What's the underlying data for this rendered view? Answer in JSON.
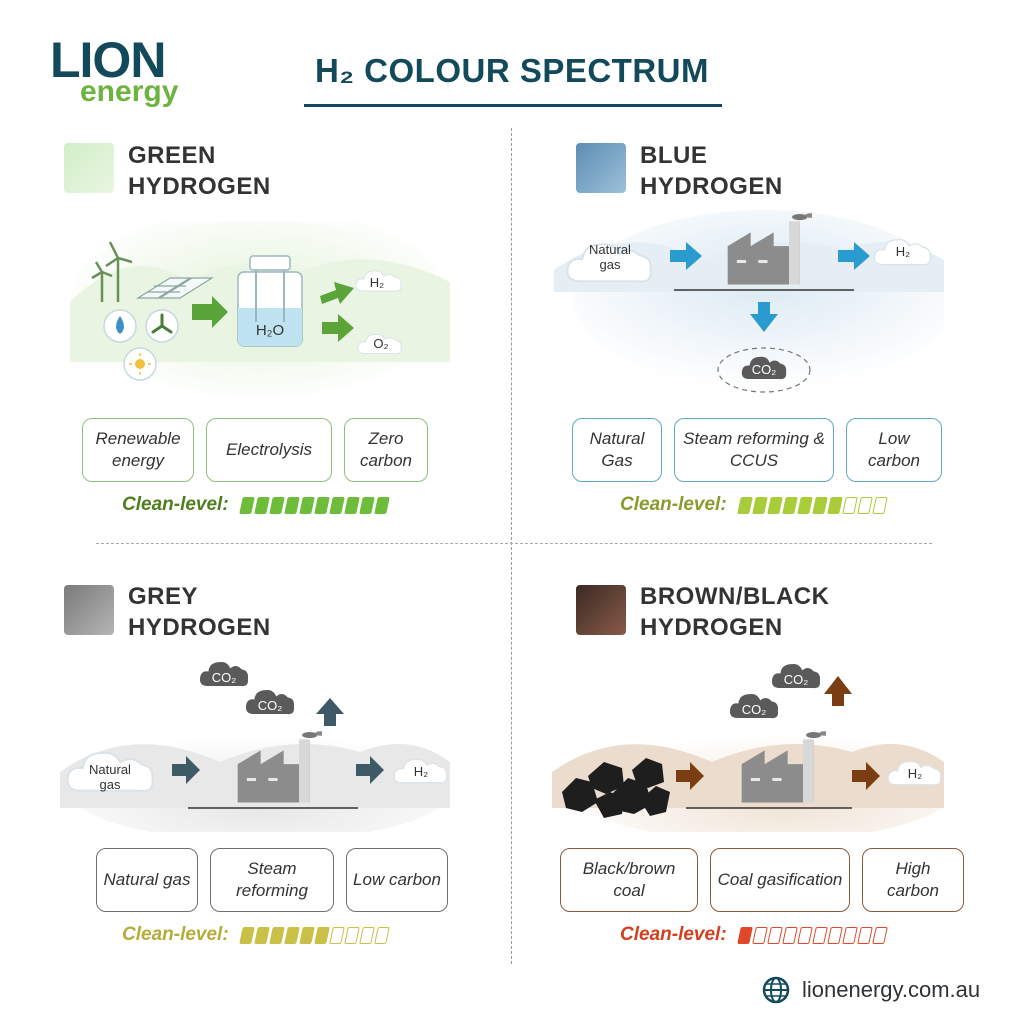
{
  "brand": {
    "lion": "LION",
    "energy": "energy"
  },
  "title": "H₂ COLOUR SPECTRUM",
  "footer": {
    "url": "lionenergy.com.au"
  },
  "colors": {
    "navy": "#124a5c",
    "green": "#6db33f",
    "blue": "#2a9bcf",
    "grey": "#3d5a66",
    "brown": "#7a3e12"
  },
  "sections": {
    "green": {
      "heading_line1": "GREEN",
      "heading_line2": "HYDROGEN",
      "labels": {
        "h2": "H₂",
        "h2o": "H₂O",
        "o2": "O₂"
      },
      "tags": [
        "Renewable energy",
        "Electrolysis",
        "Zero carbon"
      ],
      "clean_label": "Clean-level:",
      "clean_level": 10,
      "clean_total": 10
    },
    "blue": {
      "heading_line1": "BLUE",
      "heading_line2": "HYDROGEN",
      "labels": {
        "gas_line1": "Natural",
        "gas_line2": "gas",
        "h2": "H₂",
        "co2": "CO₂"
      },
      "tags": [
        "Natural Gas",
        "Steam reforming & CCUS",
        "Low carbon"
      ],
      "clean_label": "Clean-level:",
      "clean_level": 7,
      "clean_total": 10
    },
    "grey": {
      "heading_line1": "GREY",
      "heading_line2": "HYDROGEN",
      "labels": {
        "gas_line1": "Natural",
        "gas_line2": "gas",
        "h2": "H₂",
        "co2_a": "CO₂",
        "co2_b": "CO₂"
      },
      "tags": [
        "Natural gas",
        "Steam reforming",
        "Low carbon"
      ],
      "clean_label": "Clean-level:",
      "clean_level": 6,
      "clean_total": 10
    },
    "brown": {
      "heading_line1": "BROWN/BLACK",
      "heading_line2": "HYDROGEN",
      "labels": {
        "h2": "H₂",
        "co2_a": "CO₂",
        "co2_b": "CO₂"
      },
      "tags": [
        "Black/brown coal",
        "Coal gasification",
        "High carbon"
      ],
      "clean_label": "Clean-level:",
      "clean_level": 1,
      "clean_total": 10
    }
  }
}
